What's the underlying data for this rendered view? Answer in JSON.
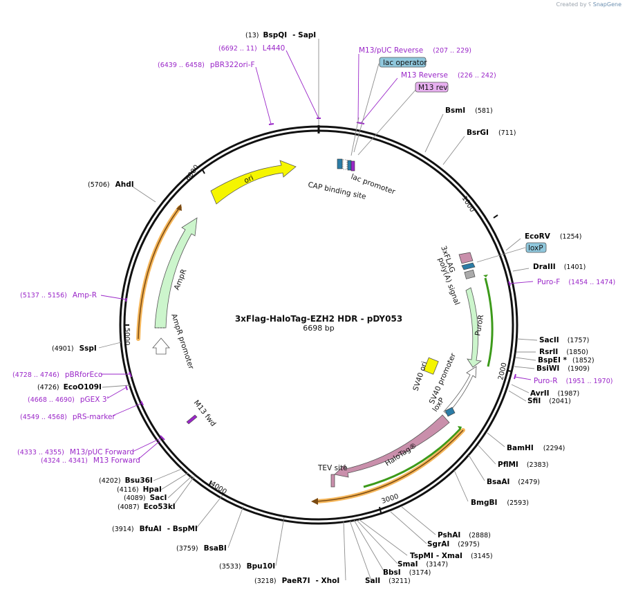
{
  "credit": {
    "prefix": "Created by",
    "brand": "SnapGene"
  },
  "plasmid": {
    "name": "3xFlag-HaloTag-EZH2 HDR - pDY053",
    "length_label": "6698 bp",
    "length": 6698
  },
  "ticks": [
    "1000",
    "2000",
    "3000",
    "4000",
    "5000",
    "6000"
  ],
  "sites": [
    {
      "pos": "(13)",
      "name": "BspQI",
      "name2": "- SapI"
    },
    {
      "pos": "(581)",
      "name": "BsmI"
    },
    {
      "pos": "(711)",
      "name": "BsrGI"
    },
    {
      "pos": "(1254)",
      "name": "EcoRV"
    },
    {
      "pos": "(1401)",
      "name": "DraIII"
    },
    {
      "pos": "(1757)",
      "name": "SacII"
    },
    {
      "pos": "(1850)",
      "name": "RsrII"
    },
    {
      "pos": "(1852)",
      "name": "BspEI *"
    },
    {
      "pos": "(1909)",
      "name": "BsiWI"
    },
    {
      "pos": "(1987)",
      "name": "AvrII"
    },
    {
      "pos": "(2041)",
      "name": "SfiI"
    },
    {
      "pos": "(2294)",
      "name": "BamHI"
    },
    {
      "pos": "(2383)",
      "name": "PflMI"
    },
    {
      "pos": "(2479)",
      "name": "BsaAI"
    },
    {
      "pos": "(2593)",
      "name": "BmgBI"
    },
    {
      "pos": "(2888)",
      "name": "PshAI"
    },
    {
      "pos": "(2975)",
      "name": "SgrAI"
    },
    {
      "pos": "(3145)",
      "name": "TspMI",
      "name2": "- XmaI"
    },
    {
      "pos": "(3147)",
      "name": "SmaI"
    },
    {
      "pos": "(3174)",
      "name": "BbsI"
    },
    {
      "pos": "(3211)",
      "name": "SalI"
    },
    {
      "pos": "(3218)",
      "name": "PaeR7I",
      "name2": "- XhoI"
    },
    {
      "pos": "(3533)",
      "name": "Bpu10I"
    },
    {
      "pos": "(3759)",
      "name": "BsaBI"
    },
    {
      "pos": "(3914)",
      "name": "BfuAI",
      "name2": "- BspMI"
    },
    {
      "pos": "(4087)",
      "name": "Eco53kI"
    },
    {
      "pos": "(4089)",
      "name": "SacI"
    },
    {
      "pos": "(4116)",
      "name": "HpaI"
    },
    {
      "pos": "(4202)",
      "name": "Bsu36I"
    },
    {
      "pos": "(4726)",
      "name": "EcoO109I"
    },
    {
      "pos": "(4901)",
      "name": "SspI"
    },
    {
      "pos": "(5706)",
      "name": "AhdI"
    }
  ],
  "primers": [
    {
      "pos": "(6692 .. 11)",
      "name": "L4440"
    },
    {
      "pos": "(6439 .. 6458)",
      "name": "pBR322ori-F"
    },
    {
      "pos": "(207 .. 229)",
      "name": "M13/pUC Reverse"
    },
    {
      "pos": "(226 .. 242)",
      "name": "M13 Reverse"
    },
    {
      "pos": "(1454 .. 1474)",
      "name": "Puro-F"
    },
    {
      "pos": "(1951 .. 1970)",
      "name": "Puro-R"
    },
    {
      "pos": "(5137 .. 5156)",
      "name": "Amp-R"
    },
    {
      "pos": "(4728 .. 4746)",
      "name": "pBRforEco"
    },
    {
      "pos": "(4668 .. 4690)",
      "name": "pGEX 3'"
    },
    {
      "pos": "(4549 .. 4568)",
      "name": "pRS-marker"
    },
    {
      "pos": "(4333 .. 4355)",
      "name": "M13/pUC Forward"
    },
    {
      "pos": "(4324 .. 4341)",
      "name": "M13 Forward"
    }
  ],
  "boxed_labels": [
    "lac operator",
    "M13 rev",
    "loxP"
  ],
  "features": [
    "ori",
    "lac promoter",
    "CAP binding site",
    "3xFLAG",
    "poly(A) signal",
    "PuroR",
    "SV40 ori",
    "SV40 promoter",
    "loxP",
    "HaloTag®",
    "TEV site",
    "AmpR",
    "AmpR promoter",
    "M13 fwd"
  ],
  "colors": {
    "primer": "#9a26c8",
    "ori": "#f5f500",
    "ampr": "#ccf5cc",
    "halotag": "#c98fab",
    "orange": "#f5b65a",
    "green_bar": "#3c9a1a",
    "lac_box": "#8fc7dc",
    "m13_box": "#e8b0f0"
  }
}
